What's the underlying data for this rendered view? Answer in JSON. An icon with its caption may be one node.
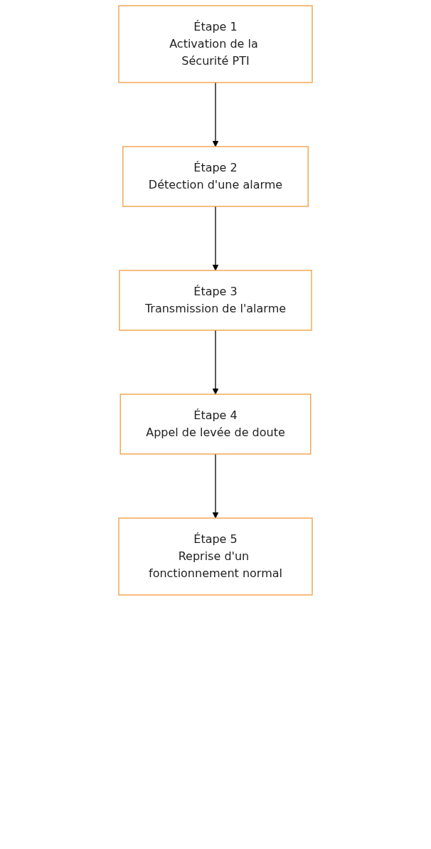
{
  "diagram": {
    "nodes": [
      {
        "text": [
          "Étape 1",
          "Activation de la Sécurité PTI"
        ]
      },
      {
        "text": [
          "Étape 2",
          "Détection d'une alarme"
        ]
      },
      {
        "text": [
          "Étape 3",
          "Transmission de l'alarme"
        ]
      },
      {
        "text": [
          "Étape 4",
          "Appel de levée de doute"
        ]
      },
      {
        "text": [
          "Étape 5",
          "Reprise d'un fonctionnement normal"
        ]
      }
    ],
    "edges": [
      {
        "from": 0,
        "to": 1,
        "arrow": "to"
      },
      {
        "from": 1,
        "to": 2,
        "arrow": "to"
      },
      {
        "from": 2,
        "to": 3,
        "arrow": "to"
      },
      {
        "from": 3,
        "to": 4,
        "arrow": "to"
      }
    ]
  }
}
